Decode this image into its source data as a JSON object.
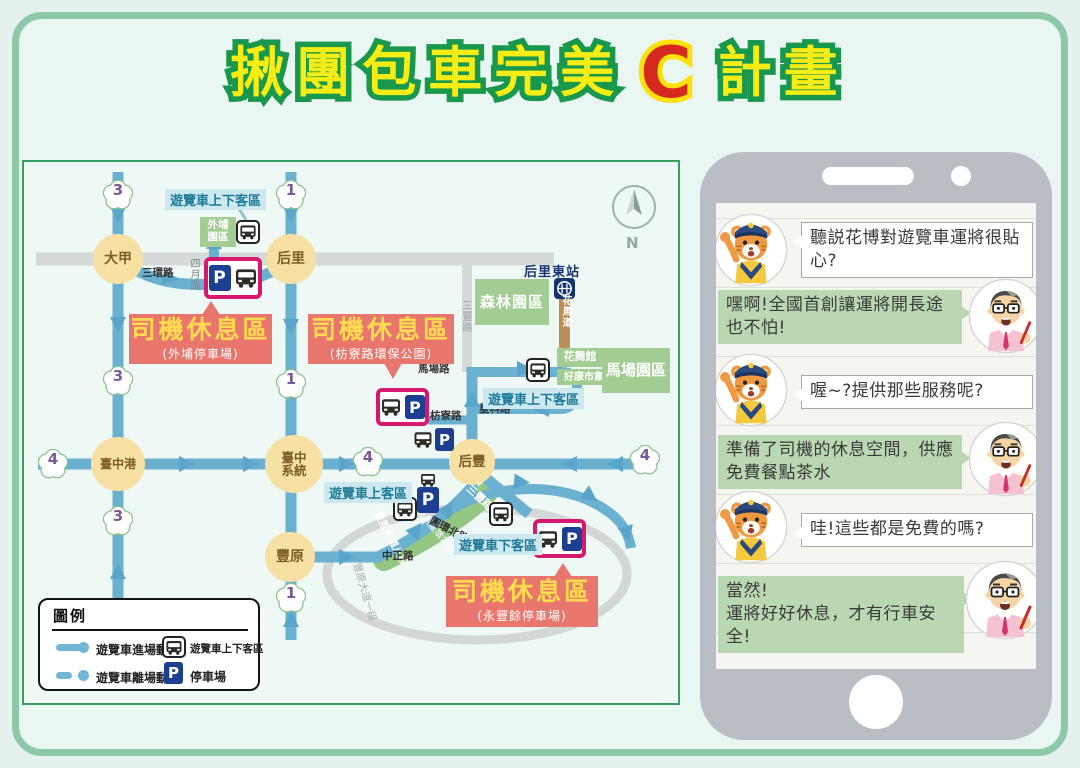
{
  "title": {
    "part1": "揪團包車完美",
    "highlight": "C",
    "part2": "計畫"
  },
  "map": {
    "compass_label": "N",
    "interchanges": [
      "大甲",
      "后里",
      "臺中港",
      "臺中系統",
      "后豐",
      "豐原"
    ],
    "highway_numbers": [
      "3",
      "1",
      "3",
      "1",
      "4",
      "3",
      "4",
      "4",
      "1"
    ],
    "areas": {
      "waipu": "外埔園區",
      "forest": "森林園區",
      "flower_hall": "花舞館",
      "market": "好康市集",
      "horse": "馬場園區"
    },
    "station": "后里東站",
    "roads": {
      "sanhuan": "三環路",
      "siyue": "四月路",
      "machang": "馬場路",
      "xingke": "星科路",
      "fangliao": "枋寮路",
      "sanfeng": "三豐路",
      "sanfeng_n": "三豐路",
      "huamadao": "花馬道",
      "blvd8": "豐原大道八段",
      "hulutun": "豐原葫蘆墩公園",
      "yuanhuan_n": "圓環北路",
      "zhongzheng": "中正路",
      "blvd1": "豐原大道一段"
    },
    "zones": {
      "z1": "遊覽車上下客區",
      "z2": "遊覽車上下客區",
      "up": "遊覽車上客區",
      "down": "遊覽車下客區"
    },
    "rest_areas": [
      {
        "title": "司機休息區",
        "subtitle": "(外埔停車場)"
      },
      {
        "title": "司機休息區",
        "subtitle": "(枋寮路環保公園)"
      },
      {
        "title": "司機休息區",
        "subtitle": "(永豐餘停車場)"
      }
    ],
    "parking_letter": "P",
    "legend": {
      "title": "圖例",
      "entry": "遊覽車進場動線",
      "exit": "遊覽車離場動線",
      "stop": "遊覽車上下客區",
      "parking": "停車場"
    }
  },
  "chat": {
    "messages": [
      {
        "speaker": "tiger",
        "text": "聽説花博對遊覽車運將很貼心?"
      },
      {
        "speaker": "man",
        "text": "嘿啊!全國首創讓運將開長途也不怕!"
      },
      {
        "speaker": "tiger",
        "text": "喔~?提供那些服務呢?"
      },
      {
        "speaker": "man",
        "text": "準備了司機的休息空間，供應免費餐點茶水"
      },
      {
        "speaker": "tiger",
        "text": "哇!這些都是免費的嗎?"
      },
      {
        "speaker": "man",
        "text": "當然!\n運將好好休息，才有行車安全!"
      }
    ]
  },
  "colors": {
    "accent_green": "#17984d",
    "title_yellow": "#f7ec13",
    "highlight_red": "#d5281e",
    "road_blue": "#6ab0d0",
    "callout_red": "#e8766d",
    "parking_navy": "#1d3f92",
    "magenta_border": "#d6186f",
    "zone_teal_bg": "#cde8ee",
    "area_green": "#a2cc92"
  }
}
